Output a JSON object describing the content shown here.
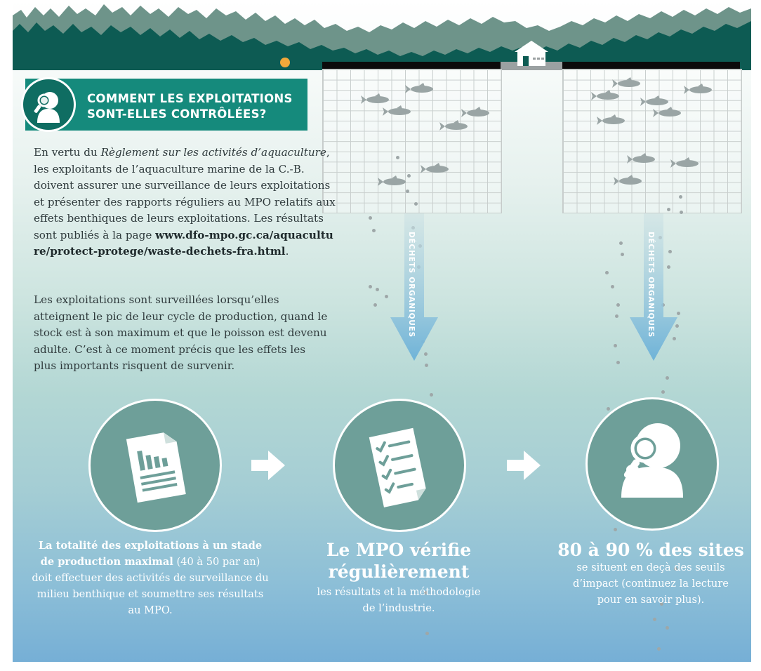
{
  "header": {
    "title_line1": "COMMENT LES EXPLOITATIONS",
    "title_line2": "SONT-ELLES CONTRÔLÉES?",
    "icon": "magnifier-person-icon"
  },
  "intro": {
    "p1_before": "En vertu du ",
    "p1_italic": "Règlement sur les activités d’aquaculture",
    "p1_after": ", les exploitants de l’aquaculture marine de la C.-B. doivent assurer une surveillance de leurs exploitations et présenter des rapports réguliers au MPO relatifs aux effets benthiques de leurs exploitations. Les résultats sont publiés à la page ",
    "p1_url": "www.dfo-mpo.gc.ca/aquaculture/protect-protege/waste-dechets-fra.html",
    "p1_end": ".",
    "p2": "Les exploitations sont surveillées lorsqu’elles atteignent le pic de leur cycle de production, quand le stock est à son maximum et que le poisson est devenu adulte. C’est à ce moment précis que les effets les plus importants risquent de survenir."
  },
  "arrows": {
    "left_label": "DÉCHETS ORGANIQUES",
    "right_label": "DÉCHETS ORGANIQUES"
  },
  "steps": [
    {
      "icon": "report-chart-icon",
      "bold": "La totalité des exploitations à un stade de production maximal",
      "text": " (40 à 50 par an) doit effectuer des activités de surveillance du milieu benthique et soumettre ses résultats au MPO."
    },
    {
      "icon": "checklist-icon",
      "title": "Le MPO vérifie régulièrement",
      "text": "les résultats et la méthodologie de l’industrie."
    },
    {
      "icon": "magnifier-person-icon",
      "title": "80 à 90 % des sites",
      "text": "se situent en deçà des seuils d’impact (continuez la lecture pour en savoir plus)."
    }
  ],
  "colors": {
    "forest": "#0d5b53",
    "teal_header": "#158a7c",
    "circle": "#6e9f99",
    "arrow_blue": "#8ec3dd",
    "accent_orange": "#f1a83a"
  }
}
